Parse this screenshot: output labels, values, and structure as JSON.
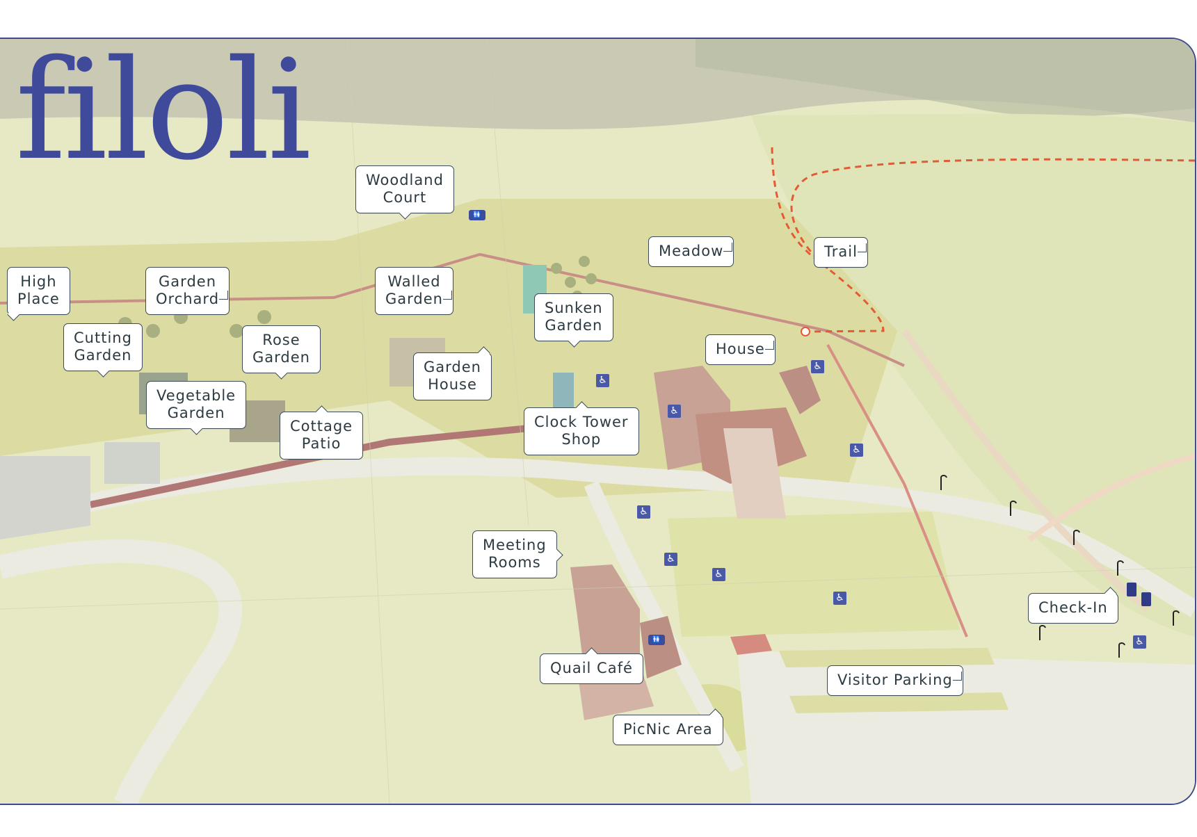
{
  "brand": {
    "logo_text": "filoli",
    "color": "#3f4a9a"
  },
  "colors": {
    "frame_border": "#3d4a8f",
    "grass": "#e6e9c3",
    "garden": "#dfe0a6",
    "path": "#ecebe1",
    "trail": "#e25b35",
    "building_roof": "#c9a296"
  },
  "locations": [
    {
      "id": "woodland-court",
      "label": "Woodland\nCourt"
    },
    {
      "id": "meadow",
      "label": "Meadow"
    },
    {
      "id": "trail",
      "label": "Trail"
    },
    {
      "id": "high-place",
      "label": "High\nPlace"
    },
    {
      "id": "garden-orchard",
      "label": "Garden\nOrchard"
    },
    {
      "id": "walled-garden",
      "label": "Walled\nGarden"
    },
    {
      "id": "sunken-garden",
      "label": "Sunken\nGarden"
    },
    {
      "id": "cutting-garden",
      "label": "Cutting\nGarden"
    },
    {
      "id": "rose-garden",
      "label": "Rose\nGarden"
    },
    {
      "id": "house",
      "label": "House"
    },
    {
      "id": "garden-house",
      "label": "Garden\nHouse"
    },
    {
      "id": "vegetable-garden",
      "label": "Vegetable\nGarden"
    },
    {
      "id": "clock-tower-shop",
      "label": "Clock Tower\nShop"
    },
    {
      "id": "cottage-patio",
      "label": "Cottage\nPatio"
    },
    {
      "id": "meeting-rooms",
      "label": "Meeting\nRooms"
    },
    {
      "id": "check-in",
      "label": "Check-In"
    },
    {
      "id": "quail-cafe",
      "label": "Quail Café"
    },
    {
      "id": "visitor-parking",
      "label": "Visitor Parking"
    },
    {
      "id": "picnic-area",
      "label": "PicNic Area"
    }
  ],
  "icons": {
    "accessible": "wheelchair-icon",
    "restroom": "restroom-icon",
    "parking_post": "lamp-post-icon",
    "kiosk": "kiosk-icon"
  }
}
